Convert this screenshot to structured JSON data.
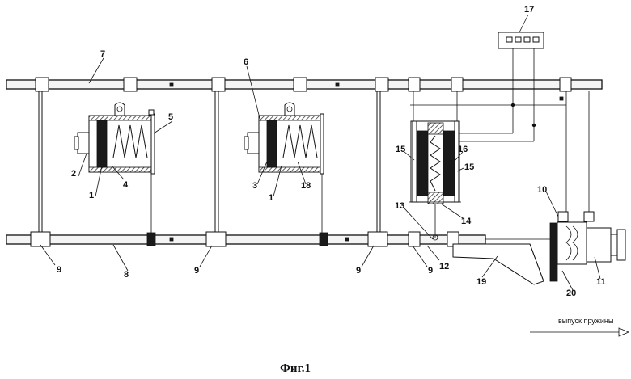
{
  "figure": {
    "caption": "Фиг.1",
    "arrow_label": "выпуск пружины"
  },
  "callouts": [
    {
      "id": "c17",
      "text": "17"
    },
    {
      "id": "c7",
      "text": "7"
    },
    {
      "id": "c6",
      "text": "6"
    },
    {
      "id": "c5",
      "text": "5"
    },
    {
      "id": "c2",
      "text": "2"
    },
    {
      "id": "c1a",
      "text": "1"
    },
    {
      "id": "c4",
      "text": "4"
    },
    {
      "id": "c3",
      "text": "3"
    },
    {
      "id": "c1b",
      "text": "1"
    },
    {
      "id": "c18",
      "text": "18"
    },
    {
      "id": "c15a",
      "text": "15"
    },
    {
      "id": "c16",
      "text": "16"
    },
    {
      "id": "c15b",
      "text": "15"
    },
    {
      "id": "c13",
      "text": "13"
    },
    {
      "id": "c14",
      "text": "14"
    },
    {
      "id": "c10",
      "text": "10"
    },
    {
      "id": "c9a",
      "text": "9"
    },
    {
      "id": "c8",
      "text": "8"
    },
    {
      "id": "c9b",
      "text": "9"
    },
    {
      "id": "c9c",
      "text": "9"
    },
    {
      "id": "c9d",
      "text": "9"
    },
    {
      "id": "c12",
      "text": "12"
    },
    {
      "id": "c19",
      "text": "19"
    },
    {
      "id": "c20",
      "text": "20"
    },
    {
      "id": "c11",
      "text": "11"
    }
  ]
}
